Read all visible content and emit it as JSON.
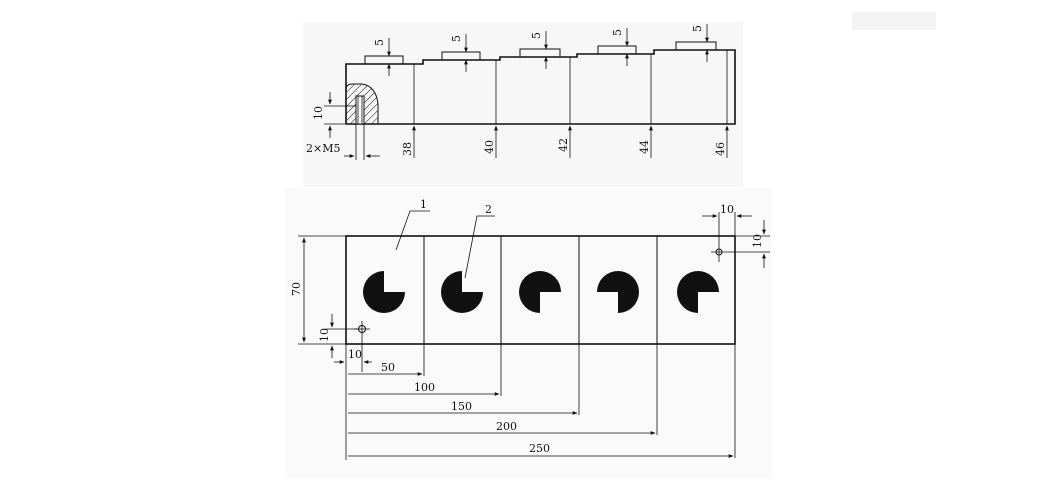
{
  "side_view": {
    "step_height_labels": [
      "5",
      "5",
      "5",
      "5",
      "5"
    ],
    "section_heights": [
      "38",
      "40",
      "42",
      "44",
      "46"
    ],
    "hole_depth_label": "10",
    "thread_label": "2×M5"
  },
  "top_view": {
    "part_labels": [
      "1",
      "2"
    ],
    "width_label": "70",
    "hole_y_label": "10",
    "hole_x_label": "10",
    "corner_x_label": "10",
    "corner_y_label": "10",
    "positions": [
      "50",
      "100",
      "150",
      "200",
      "250"
    ]
  }
}
